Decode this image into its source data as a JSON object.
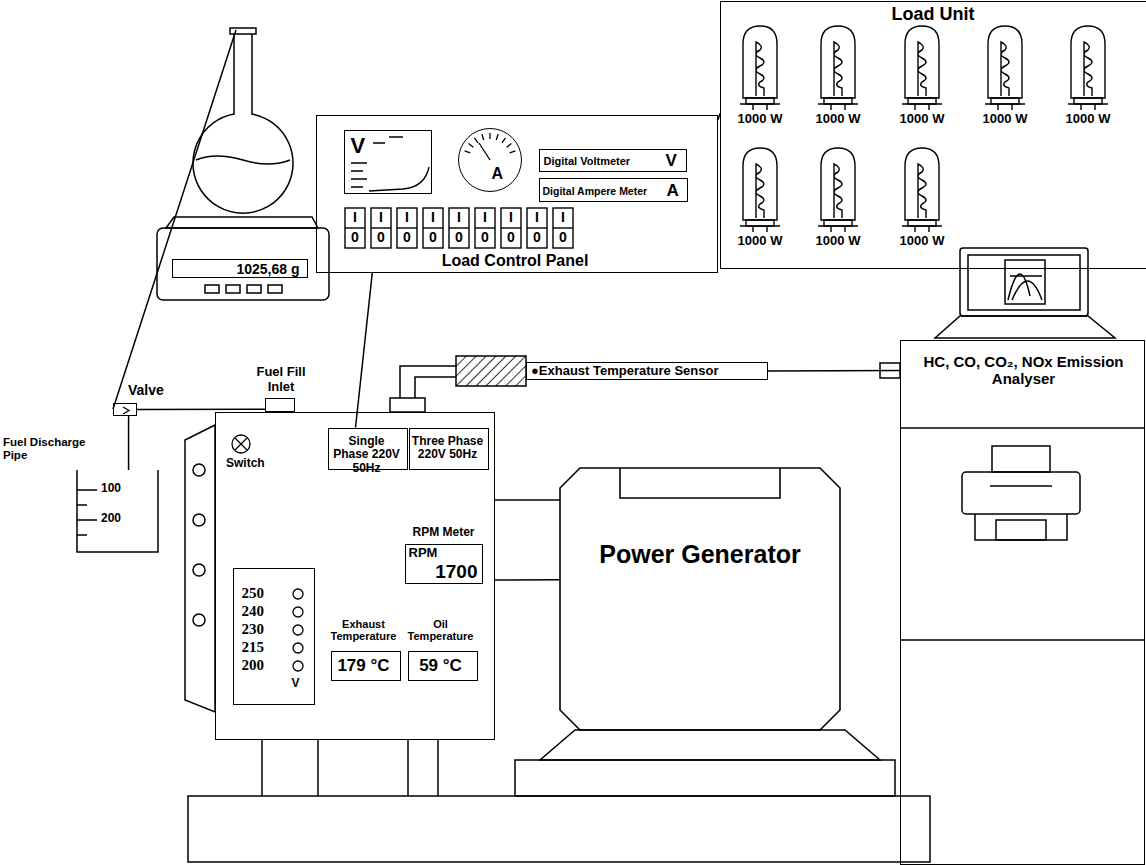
{
  "diagram": {
    "nodes": [
      {
        "text": [
          "Load Control Panel"
        ]
      },
      {
        "text": [
          "V"
        ],
        "in": 0
      },
      {
        "text": [
          "A"
        ],
        "in": 0
      },
      {
        "text": [
          "Digital Voltmeter",
          "V"
        ],
        "in": 0
      },
      {
        "text": [
          "Digital Ampere Meter",
          "A"
        ],
        "in": 0
      },
      {
        "text": [
          "Load Unit"
        ]
      },
      {
        "text": [
          "1025,68",
          "g"
        ]
      },
      {
        "text": [
          "Valve"
        ]
      },
      {
        "text": [
          "Fuel Fill Inlet"
        ]
      },
      {
        "text": [
          "Fuel Discharge Pipe"
        ]
      },
      {
        "text": [
          "●Exhaust Temperature Sensor"
        ]
      },
      {
        "text": [
          "HC, CO, CO₂, NOx Emission Analyser"
        ]
      },
      {
        "text": [
          "Switch"
        ]
      },
      {
        "text": [
          "Single Phase 220V 50Hz"
        ],
        "in": 12
      },
      {
        "text": [
          "Three Phase 220V 50Hz"
        ],
        "in": 12
      },
      {
        "text": [
          "250",
          "240",
          "230",
          "215",
          "200",
          "V"
        ],
        "in": 12
      },
      {
        "text": [
          "RPM Meter",
          "RPM",
          "1700"
        ],
        "in": 12
      },
      {
        "text": [
          "Exhaust Temperature",
          "179 °C"
        ],
        "in": 12
      },
      {
        "text": [
          "Oil Temperature",
          "59 °C"
        ],
        "in": 12
      },
      {
        "text": [
          "Power Generator"
        ]
      }
    ],
    "edges": [
      {
        "from": 0,
        "to": 5,
        "arrow": "none"
      },
      {
        "from": 0,
        "to": 13,
        "arrow": "none"
      },
      {
        "from": 7,
        "to": 8,
        "arrow": "none"
      },
      {
        "from": 7,
        "to": 9,
        "arrow": "none"
      },
      {
        "from": 10,
        "to": 11,
        "arrow": "none"
      },
      {
        "from": 12,
        "to": 19,
        "arrow": "none"
      }
    ],
    "labels": [
      "1000 W",
      "1000 W",
      "1000 W",
      "1000 W",
      "1000 W",
      "1000 W",
      "1000 W",
      "1000 W",
      "I",
      "0",
      "I",
      "0",
      "I",
      "0",
      "I",
      "0",
      "I",
      "0",
      "I",
      "0",
      "I",
      "0",
      "I",
      "0",
      "I",
      "0",
      "100",
      "200"
    ]
  }
}
